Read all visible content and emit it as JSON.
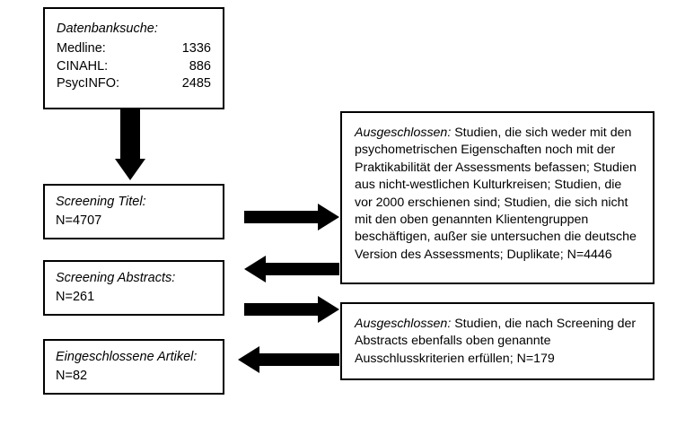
{
  "diagram": {
    "type": "prisma-flowchart",
    "language": "de",
    "colors": {
      "background": "#ffffff",
      "stroke": "#000000",
      "text": "#000000",
      "arrow": "#000000"
    },
    "database_search": {
      "title": "Datenbanksuche:",
      "sources": [
        {
          "name": "Medline:",
          "count": "1336"
        },
        {
          "name": "CINAHL:",
          "count": "886"
        },
        {
          "name": "PsycINFO:",
          "count": "2485"
        }
      ]
    },
    "stages": [
      {
        "id": "screening-titel",
        "title": "Screening Titel:",
        "n_label": "N=4707"
      },
      {
        "id": "screening-abstracts",
        "title": "Screening Abstracts:",
        "n_label": "N=261"
      },
      {
        "id": "eingeschlossene-artikel",
        "title": "Eingeschlossene Artikel:",
        "n_label": "N=82"
      }
    ],
    "exclusions": [
      {
        "id": "exclusion-titel",
        "lead": "Ausgeschlossen:",
        "body": " Studien, die sich weder mit den psychometrischen Eigenschaften noch mit der Praktikabilität der Assessments befassen; Studien aus nicht-westlichen Kulturkreisen; Studien, die vor 2000 erschienen sind; Studien, die sich nicht mit den oben genannten Klientengruppen beschäftigen, außer sie untersuchen die deutsche Version des Assessments; Duplikate; N=4446"
      },
      {
        "id": "exclusion-abstracts",
        "lead": "Ausgeschlossen:",
        "body": " Studien, die nach Screening der Abstracts ebenfalls oben genannte Ausschlusskriterien erfüllen; N=179"
      }
    ],
    "arrows": [
      {
        "id": "arrow-db-to-screening-titel",
        "direction": "down"
      },
      {
        "id": "arrow-screening-titel-to-exclusion",
        "direction": "right"
      },
      {
        "id": "arrow-exclusion-to-screening-abstracts",
        "direction": "left"
      },
      {
        "id": "arrow-screening-abstracts-to-exclusion",
        "direction": "right"
      },
      {
        "id": "arrow-exclusion-to-included",
        "direction": "left"
      }
    ]
  }
}
